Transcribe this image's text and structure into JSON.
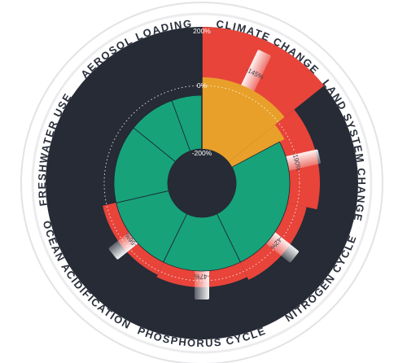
{
  "chart_data": {
    "type": "polar-bar",
    "scale_labels": [
      "200%",
      "0%",
      "-200%"
    ],
    "segments": [
      {
        "name": "CLIMATE CHANGE",
        "value": 145,
        "label": "-145%",
        "color": "#e8443a"
      },
      {
        "name": "LAND SYSTEM CHANGE",
        "value": 190,
        "label": "-190%",
        "color": "#e8443a"
      },
      {
        "name": "NITROGEN CYCLE",
        "value": 42,
        "label": "-42%",
        "color": "#e8443a"
      },
      {
        "name": "PHOSPHORUS CYCLE",
        "value": 47,
        "label": "-47%",
        "color": "#e8443a"
      },
      {
        "name": "OCEAN ACIDIFICATION",
        "value": 56,
        "label": "-56%",
        "color": "#e8443a"
      },
      {
        "name": "FRESHWATER USE",
        "value": null,
        "label": "",
        "color": "#262b36"
      },
      {
        "name": "AEROSOL LOADING",
        "value": null,
        "label": "",
        "color": "#262b36"
      }
    ],
    "inner_ring": {
      "orange_color": "#e8a02a",
      "green_color": "#17a27a",
      "orange_span": [
        0,
        51.4
      ],
      "orange_gap_span": [
        51.4,
        62
      ],
      "green_segments": [
        {
          "start": 62,
          "end": 154
        },
        {
          "start": 154,
          "end": 206
        },
        {
          "start": 206,
          "end": 257
        },
        {
          "start": 257,
          "end": 309
        },
        {
          "start": 309,
          "end": 340
        },
        {
          "start": 340,
          "end": 360
        }
      ]
    },
    "colors": {
      "dark": "#262b36",
      "red": "#e8443a",
      "orange": "#e8a02a",
      "green": "#17a27a",
      "rim": "#ececee"
    }
  }
}
